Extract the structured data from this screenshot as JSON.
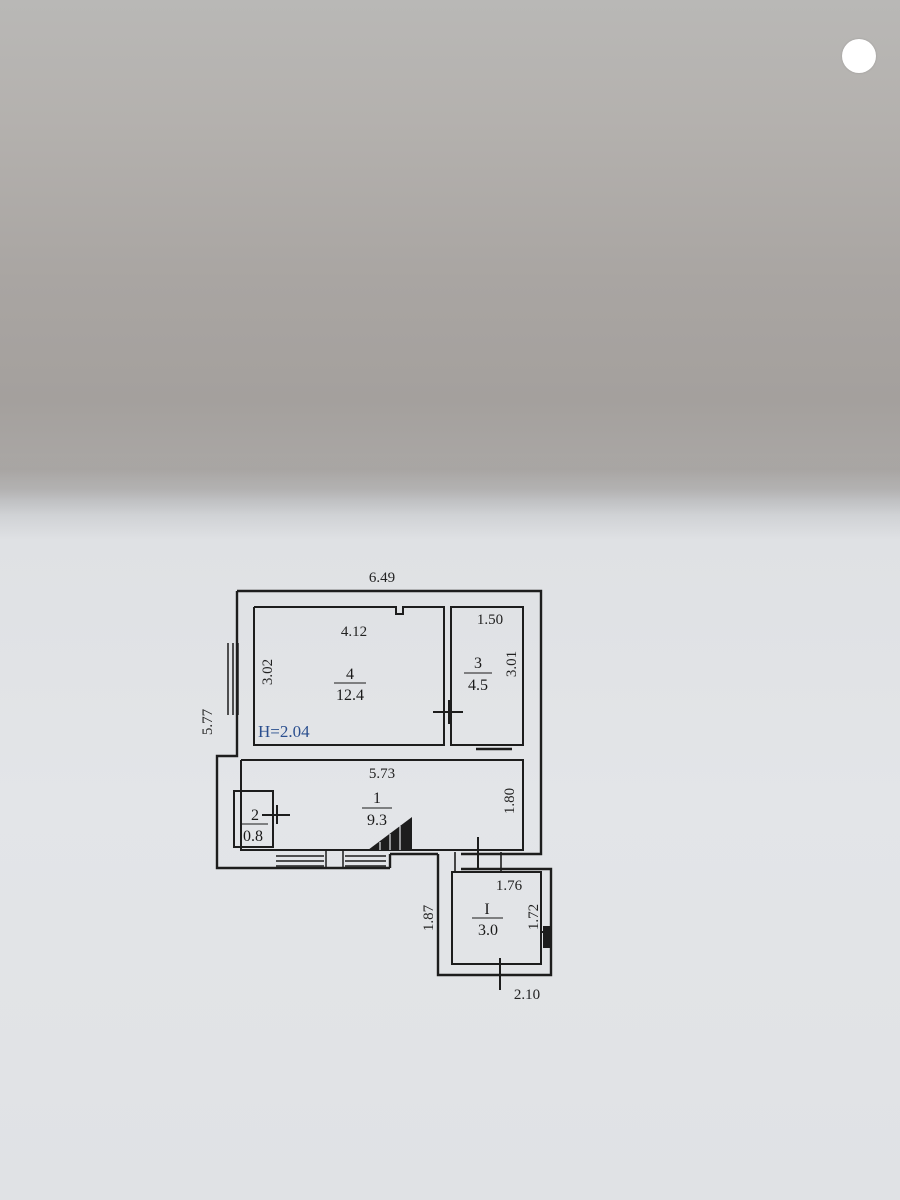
{
  "plan": {
    "height_label": "H=2.04",
    "overall": {
      "width": "6.49",
      "height": "5.77"
    },
    "rooms": [
      {
        "number": "4",
        "area": "12.4",
        "width": "4.12",
        "length": "3.02"
      },
      {
        "number": "3",
        "area": "4.5",
        "width": "1.50",
        "length": "3.01"
      },
      {
        "number": "1",
        "area": "9.3",
        "width": "5.73",
        "length": "1.80"
      },
      {
        "number": "2",
        "area": "0.8"
      },
      {
        "number": "I",
        "area": "3.0",
        "width": "1.76",
        "length": "1.72"
      }
    ],
    "extra_dims": {
      "vestibule_side": "1.87",
      "vestibule_outer": "2.10"
    }
  }
}
